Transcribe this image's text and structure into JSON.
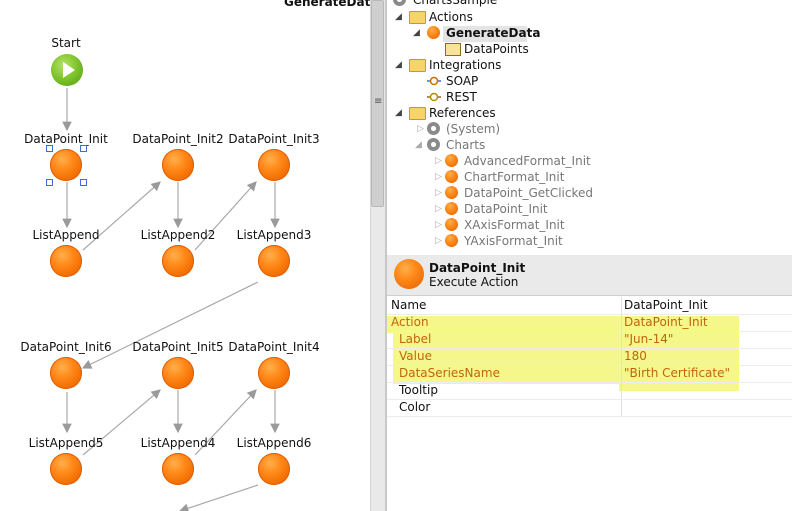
{
  "canvas": {
    "header_label": "GenerateData",
    "start_label": "Start",
    "nodes": [
      {
        "id": "n1",
        "label": "DataPoint_Init"
      },
      {
        "id": "n2",
        "label": "DataPoint_Init2"
      },
      {
        "id": "n3",
        "label": "DataPoint_Init3"
      },
      {
        "id": "a1",
        "label": "ListAppend"
      },
      {
        "id": "a2",
        "label": "ListAppend2"
      },
      {
        "id": "a3",
        "label": "ListAppend3"
      },
      {
        "id": "n6",
        "label": "DataPoint_Init6"
      },
      {
        "id": "n5",
        "label": "DataPoint_Init5"
      },
      {
        "id": "n4",
        "label": "DataPoint_Init4"
      },
      {
        "id": "a5",
        "label": "ListAppend5"
      },
      {
        "id": "a4",
        "label": "ListAppend4"
      },
      {
        "id": "a6",
        "label": "ListAppend6"
      }
    ]
  },
  "tree": {
    "root": "ChartsSample",
    "actions_folder": "Actions",
    "generate_data": "GenerateData",
    "data_points": "DataPoints",
    "integrations_folder": "Integrations",
    "soap": "SOAP",
    "rest": "REST",
    "references_folder": "References",
    "system": "(System)",
    "charts": "Charts",
    "charts_items": [
      "AdvancedFormat_Init",
      "ChartFormat_Init",
      "DataPoint_GetClicked",
      "DataPoint_Init",
      "XAxisFormat_Init",
      "YAxisFormat_Init"
    ]
  },
  "properties": {
    "title": "DataPoint_Init",
    "subtitle": "Execute Action",
    "name_label": "Name",
    "name_value": "DataPoint_Init",
    "rows": [
      {
        "name": "Action",
        "value": "DataPoint_Init"
      },
      {
        "name": "Label",
        "value": "\"Jun-14\""
      },
      {
        "name": "Value",
        "value": "180"
      },
      {
        "name": "DataSeriesName",
        "value": "\"Birth Certificate\""
      },
      {
        "name": "Tooltip",
        "value": ""
      },
      {
        "name": "Color",
        "value": ""
      }
    ]
  },
  "colors": {
    "highlight": "#f6f78a",
    "node_orange": "#ff8a1a",
    "start_green": "#7cc22a",
    "value_orange": "#c0650b"
  }
}
